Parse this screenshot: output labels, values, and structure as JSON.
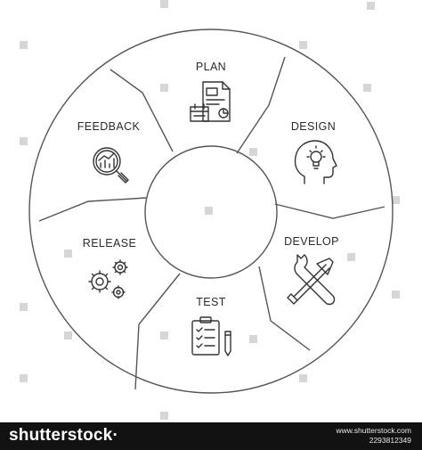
{
  "diagram": {
    "segments": [
      {
        "label": "PLAN",
        "icon": "document-calendar-chart-icon"
      },
      {
        "label": "DESIGN",
        "icon": "head-lightbulb-icon"
      },
      {
        "label": "DEVELOP",
        "icon": "wrench-hammer-icon"
      },
      {
        "label": "TEST",
        "icon": "clipboard-checklist-pencil-icon"
      },
      {
        "label": "RELEASE",
        "icon": "gears-icon"
      },
      {
        "label": "FEEDBACK",
        "icon": "magnifier-chart-icon"
      }
    ],
    "line_color": "#555555"
  },
  "footer": {
    "brand": "shutterstock",
    "brand_dot": "·",
    "site": "www.shutterstock.com",
    "image_id": "2293812349"
  }
}
